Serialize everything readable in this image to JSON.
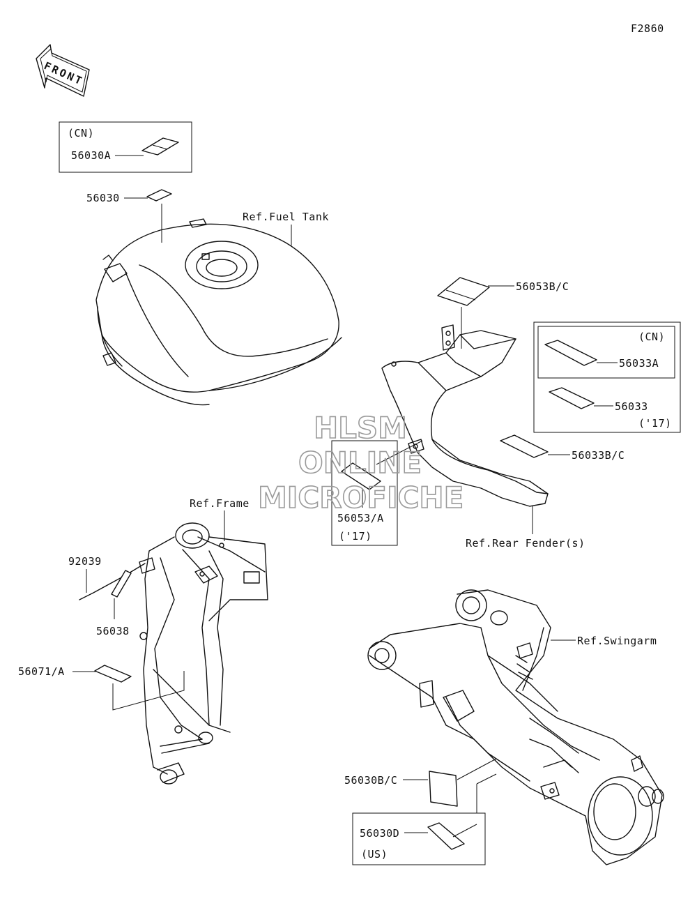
{
  "diagram_code": "F2860",
  "front_arrow": "FRONT",
  "watermark": [
    "HLSM",
    "ONLINE",
    "MICROFICHE"
  ],
  "labels": {
    "cn_box_region": "(CN)",
    "p56030A": "56030A",
    "p56030": "56030",
    "ref_fuel_tank": "Ref.Fuel Tank",
    "p56053BC": "56053B/C",
    "cn_box2_region": "(CN)",
    "p56033A": "56033A",
    "p56033": "56033",
    "year17_a": "('17)",
    "p56033BC": "56033B/C",
    "p56053A": "56053/A",
    "year17_b": "('17)",
    "ref_rear_fender": "Ref.Rear Fender(s)",
    "ref_frame": "Ref.Frame",
    "p92039": "92039",
    "p56038": "56038",
    "p56071A": "56071/A",
    "ref_swingarm": "Ref.Swingarm",
    "p56030BC": "56030B/C",
    "p56030D": "56030D",
    "us_region": "(US)"
  }
}
